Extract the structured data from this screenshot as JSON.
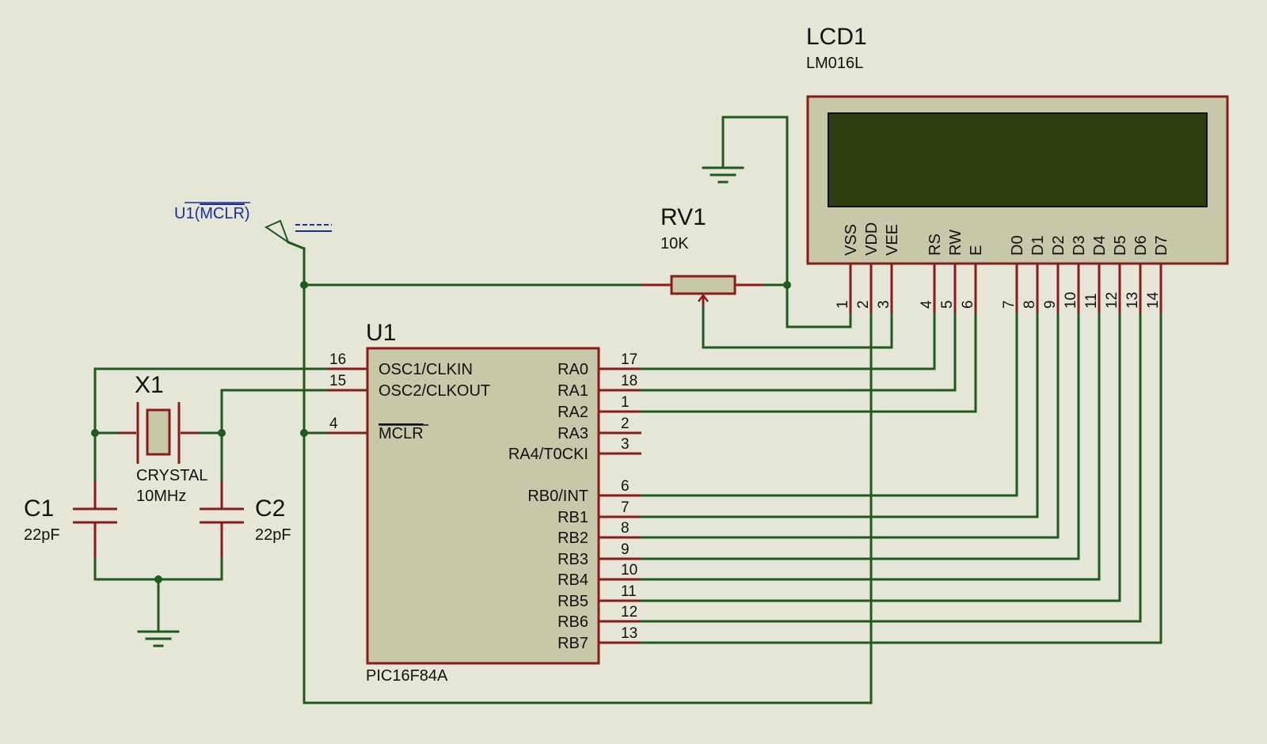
{
  "colors": {
    "wire": "#1f5a1f",
    "pin": "#8a1b1b",
    "body": "#c8c7a8",
    "lcd_screen": "#2e3d0c",
    "background": "#e6e6d6",
    "probe": "#1a2e9e"
  },
  "lcd": {
    "ref": "LCD1",
    "part": "LM016L",
    "pins": [
      {
        "name": "VSS",
        "num": "1"
      },
      {
        "name": "VDD",
        "num": "2"
      },
      {
        "name": "VEE",
        "num": "3"
      },
      {
        "name": "RS",
        "num": "4"
      },
      {
        "name": "RW",
        "num": "5"
      },
      {
        "name": "E",
        "num": "6"
      },
      {
        "name": "D0",
        "num": "7"
      },
      {
        "name": "D1",
        "num": "8"
      },
      {
        "name": "D2",
        "num": "9"
      },
      {
        "name": "D3",
        "num": "10"
      },
      {
        "name": "D4",
        "num": "11"
      },
      {
        "name": "D5",
        "num": "12"
      },
      {
        "name": "D6",
        "num": "13"
      },
      {
        "name": "D7",
        "num": "14"
      }
    ]
  },
  "rv1": {
    "ref": "RV1",
    "value": "10K"
  },
  "u1": {
    "ref": "U1",
    "part": "PIC16F84A",
    "left_pins": [
      {
        "name": "OSC1/CLKIN",
        "num": "16"
      },
      {
        "name": "OSC2/CLKOUT",
        "num": "15"
      },
      {
        "name": "MCLR",
        "num": "4"
      }
    ],
    "right_pins": [
      {
        "name": "RA0",
        "num": "17"
      },
      {
        "name": "RA1",
        "num": "18"
      },
      {
        "name": "RA2",
        "num": "1"
      },
      {
        "name": "RA3",
        "num": "2"
      },
      {
        "name": "RA4/T0CKI",
        "num": "3"
      },
      {
        "name": "RB0/INT",
        "num": "6"
      },
      {
        "name": "RB1",
        "num": "7"
      },
      {
        "name": "RB2",
        "num": "8"
      },
      {
        "name": "RB3",
        "num": "9"
      },
      {
        "name": "RB4",
        "num": "10"
      },
      {
        "name": "RB5",
        "num": "11"
      },
      {
        "name": "RB6",
        "num": "12"
      },
      {
        "name": "RB7",
        "num": "13"
      }
    ]
  },
  "x1": {
    "ref": "X1",
    "type": "CRYSTAL",
    "value": "10MHz"
  },
  "c1": {
    "ref": "C1",
    "value": "22pF"
  },
  "c2": {
    "ref": "C2",
    "value": "22pF"
  },
  "probe": {
    "label_prefix": "U1(",
    "label_bar": "MCLR",
    "label_suffix": ")"
  }
}
